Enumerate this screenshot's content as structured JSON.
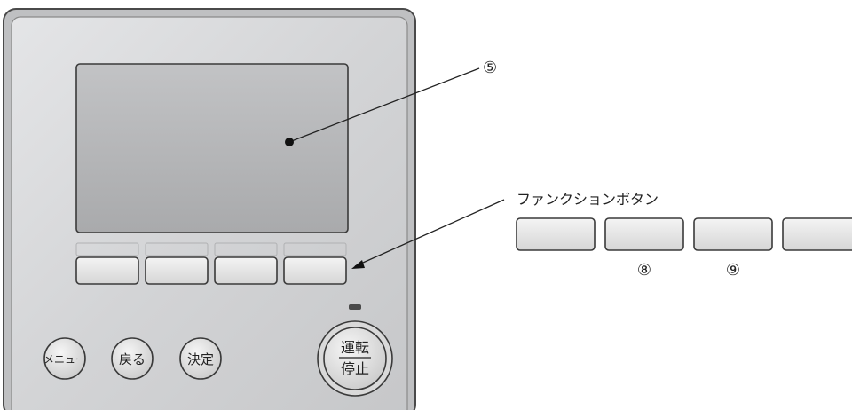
{
  "callouts": {
    "screen_number": "⑤",
    "function_buttons_label": "ファンクションボタン",
    "fbutton_number_2": "⑧",
    "fbutton_number_3": "⑨"
  },
  "buttons": {
    "menu": "メニュー",
    "back": "戻る",
    "enter": "決定",
    "run_top": "運転",
    "run_bottom": "停止"
  },
  "colors": {
    "panel": "#d2d3d5",
    "screen": "#b4b5b7",
    "button": "#e6e6e6",
    "outline": "#3a3a3a"
  }
}
